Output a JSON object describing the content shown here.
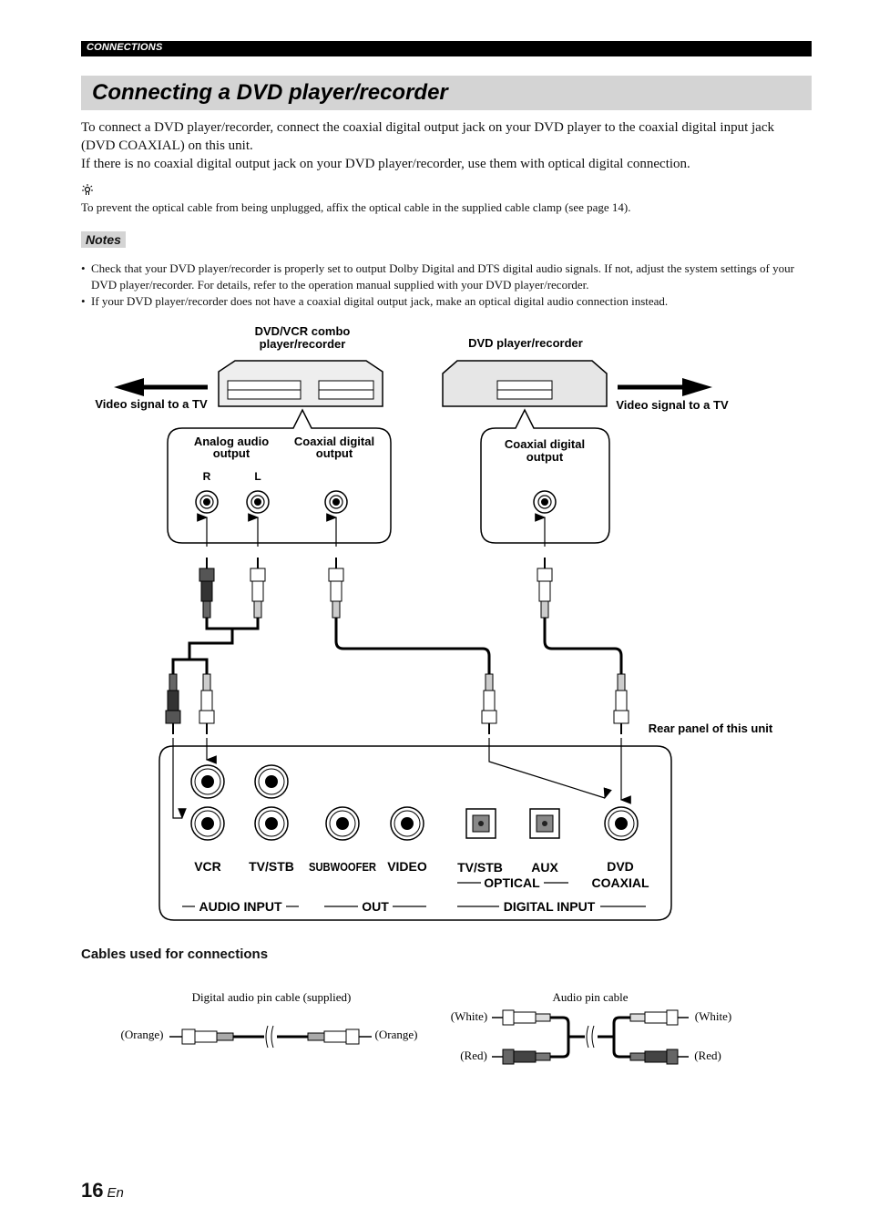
{
  "header": {
    "section": "CONNECTIONS"
  },
  "title": "Connecting a DVD player/recorder",
  "intro": {
    "p1": "To connect a DVD player/recorder, connect the coaxial digital output jack on your DVD player to the coaxial digital input jack (DVD COAXIAL) on this unit.",
    "p2": "If there is no coaxial digital output jack on your DVD player/recorder, use them with optical digital connection."
  },
  "tip": {
    "icon": "lightbulb-icon",
    "text": "To prevent the optical cable from being unplugged, affix the optical cable in the supplied cable clamp (see page 14)."
  },
  "notes": {
    "label": "Notes",
    "items": [
      "Check that your DVD player/recorder is properly set to output Dolby Digital and DTS digital audio signals. If not, adjust the system settings of your DVD player/recorder. For details, refer to the operation manual supplied with your DVD player/recorder.",
      "If your DVD player/recorder does not have a coaxial digital output jack, make an optical digital audio connection instead."
    ]
  },
  "diagram": {
    "combo_label_1": "DVD/VCR combo",
    "combo_label_2": "player/recorder",
    "dvd_label": "DVD player/recorder",
    "video_left": "Video signal to a TV",
    "video_right": "Video signal to a TV",
    "analog_1": "Analog audio",
    "analog_2": "output",
    "coax_1": "Coaxial digital",
    "coax_2": "output",
    "coax_dvd_1": "Coaxial digital",
    "coax_dvd_2": "output",
    "r": "R",
    "l": "L",
    "rear_panel": "Rear panel of this unit",
    "vcr": "VCR",
    "tvstb": "TV/STB",
    "subwoofer": "SUBWOOFER",
    "video": "VIDEO",
    "tvstb_opt": "TV/STB",
    "aux": "AUX",
    "optical": "OPTICAL",
    "dvd": "DVD",
    "coaxial": "COAXIAL",
    "audio_input": "AUDIO INPUT",
    "out": "OUT",
    "digital_input": "DIGITAL INPUT"
  },
  "cables": {
    "heading": "Cables used for connections",
    "digital_title": "Digital audio pin cable (supplied)",
    "orange_left": "(Orange)",
    "orange_right": "(Orange)",
    "audio_title": "Audio pin cable",
    "white_left": "(White)",
    "white_right": "(White)",
    "red_left": "(Red)",
    "red_right": "(Red)"
  },
  "footer": {
    "page": "16",
    "lang": "En"
  }
}
